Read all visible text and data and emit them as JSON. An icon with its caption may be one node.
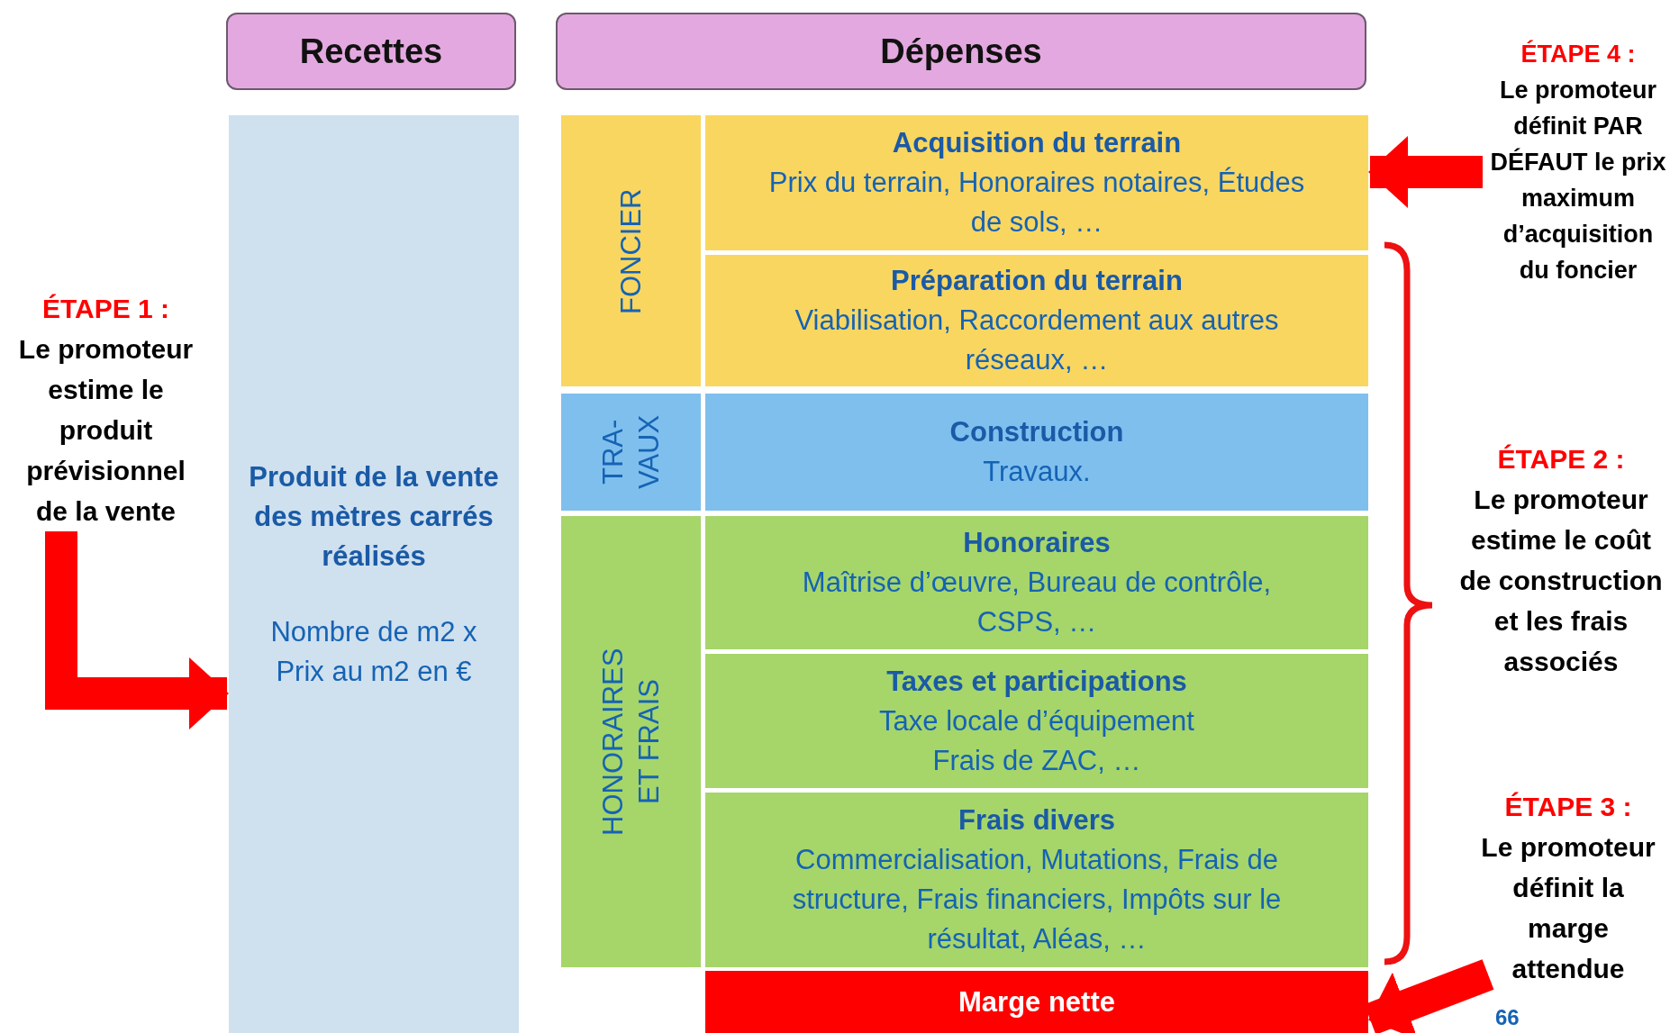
{
  "diagram": {
    "nodes": [
      {
        "text": [
          "Recettes"
        ]
      },
      {
        "text": [
          "Dépenses"
        ]
      },
      {
        "text": [
          "Produit de la vente des mètres carrés réalisés",
          "Nombre de m2 x Prix au m2 en €"
        ]
      },
      {
        "text": [
          "FONCIER"
        ]
      },
      {
        "text": [
          "Acquisition du terrain",
          "Prix du terrain, Honoraires notaires, Études de sols, …"
        ]
      },
      {
        "text": [
          "Préparation du terrain",
          "Viabilisation, Raccordement aux autres réseaux, …"
        ]
      },
      {
        "text": [
          "TRA- VAUX"
        ]
      },
      {
        "text": [
          "Construction",
          "Travaux."
        ]
      },
      {
        "text": [
          "HONORAIRES ET FRAIS"
        ]
      },
      {
        "text": [
          "Honoraires",
          "Maîtrise d’œuvre, Bureau de contrôle, CSPS, …"
        ]
      },
      {
        "text": [
          "Taxes et participations",
          "Taxe locale d’équipement Frais de ZAC, …"
        ]
      },
      {
        "text": [
          "Frais divers",
          "Commercialisation, Mutations, Frais de structure, Frais financiers, Impôts sur le résultat, Aléas, …"
        ]
      },
      {
        "text": [
          "Marge nette"
        ]
      },
      {
        "text": [
          "ÉTAPE 1 :",
          "Le promoteur estime le produit prévisionnel de la vente"
        ]
      },
      {
        "text": [
          "ÉTAPE 4 :",
          "Le promoteur définit PAR DÉFAUT le prix maximum d’acquisition du foncier"
        ]
      },
      {
        "text": [
          "ÉTAPE 2 :",
          "Le promoteur estime le coût de construction et les frais associés"
        ]
      },
      {
        "text": [
          "ÉTAPE 3 :",
          "Le promoteur définit la marge attendue"
        ]
      }
    ],
    "edges": [
      {
        "from": 13,
        "to": 2,
        "arrow": "to"
      },
      {
        "from": 14,
        "to": 4,
        "arrow": "to"
      },
      {
        "from": 16,
        "to": 12,
        "arrow": "to"
      }
    ],
    "labels": [
      "66"
    ]
  }
}
